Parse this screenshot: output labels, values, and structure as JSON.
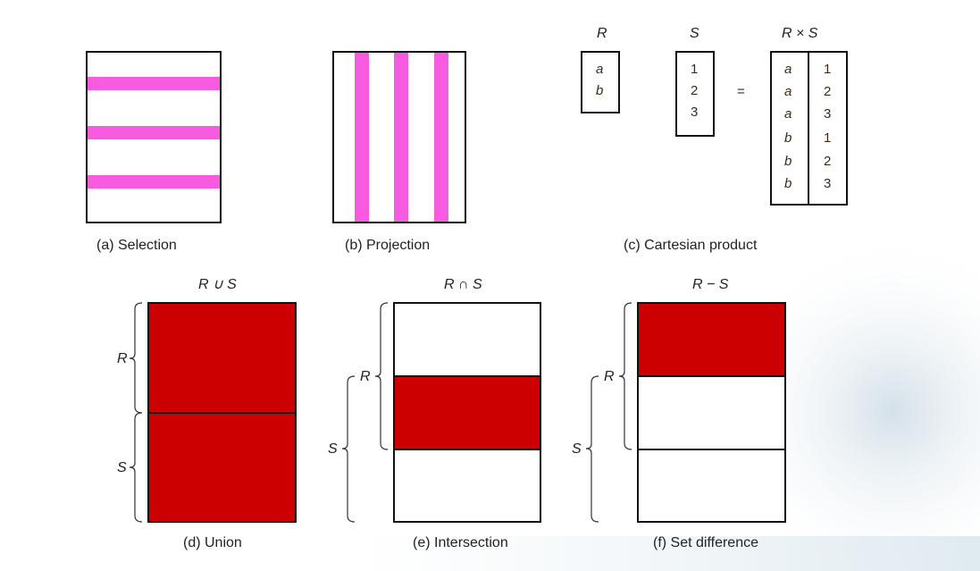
{
  "colors": {
    "highlight_pink": "#f75be0",
    "set_red": "#cc0000",
    "border": "#111111",
    "background_tint": "#dce8ef"
  },
  "selection": {
    "caption": "(a) Selection"
  },
  "projection": {
    "caption": "(b) Projection"
  },
  "cartesian": {
    "r_header": "R",
    "s_header": "S",
    "rxs_header": "R × S",
    "r_values": [
      "a",
      "b"
    ],
    "s_values": [
      "1",
      "2",
      "3"
    ],
    "equals": "=",
    "product_rows": [
      [
        "a",
        "1"
      ],
      [
        "a",
        "2"
      ],
      [
        "a",
        "3"
      ],
      [
        "b",
        "1"
      ],
      [
        "b",
        "2"
      ],
      [
        "b",
        "3"
      ]
    ],
    "caption": "(c) Cartesian product"
  },
  "union": {
    "title": "R ∪ S",
    "label_r": "R",
    "label_s": "S",
    "caption": "(d) Union"
  },
  "intersection": {
    "title": "R ∩ S",
    "label_r": "R",
    "label_s": "S",
    "caption": "(e) Intersection"
  },
  "difference": {
    "title": "R − S",
    "label_r": "R",
    "label_s": "S",
    "caption": "(f) Set difference"
  }
}
